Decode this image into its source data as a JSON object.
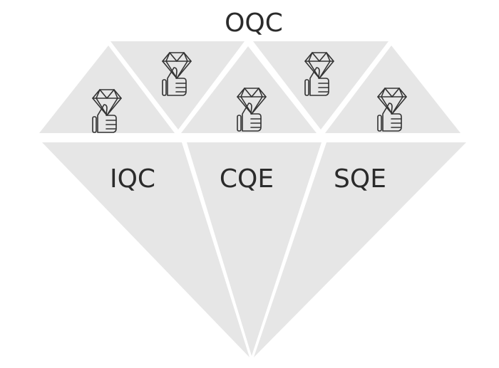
{
  "diagram": {
    "top_label": "OQC",
    "segments": [
      {
        "label": "IQC"
      },
      {
        "label": "CQE"
      },
      {
        "label": "SQE"
      }
    ],
    "crown_icon": "diamond-thumbs-up-icon",
    "crown_icon_count": 5,
    "facet_color": "#e6e6e6",
    "text_color": "#2b2b2b",
    "background_color": "#ffffff"
  }
}
